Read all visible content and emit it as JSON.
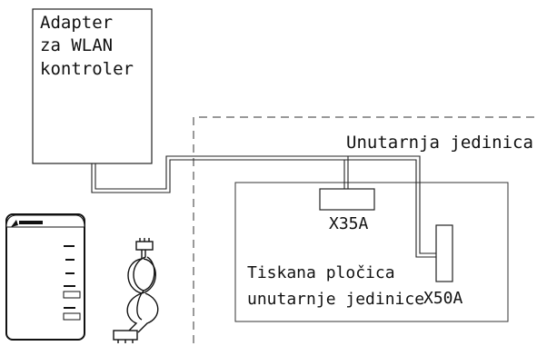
{
  "adapter": {
    "line1": "Adapter",
    "line2": "za WLAN",
    "line3": "kontroler"
  },
  "indoor_unit_label": "Unutarnja jedinica",
  "pcb": {
    "line1": "Tiskana pločica",
    "line2": "unutarnje jedinice"
  },
  "connectors": {
    "x35a": "X35A",
    "x50a": "X50A"
  }
}
